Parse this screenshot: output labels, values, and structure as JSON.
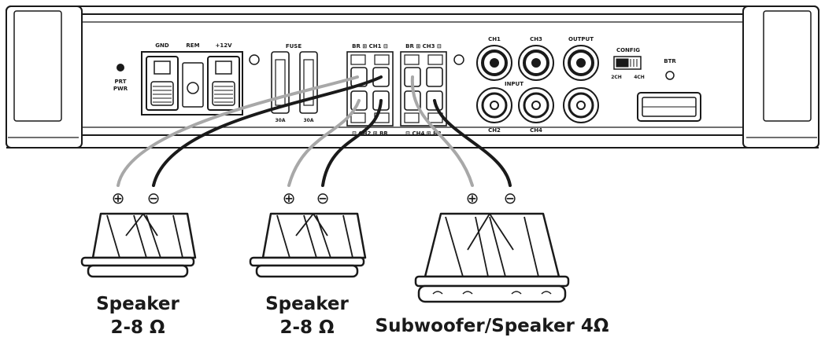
{
  "amplifier": {
    "prt_label_1": "PRT",
    "prt_label_2": "PWR",
    "gnd_label": "GND",
    "rem_label": "REM",
    "v12_label": "+12V",
    "fuse_label": "FUSE",
    "fuse1_rating": "30A",
    "fuse2_rating": "30A",
    "ch1_top_label": "BR ⊞ CH1 ⊟",
    "ch2_bottom_label": "⊟ CH2 ⊞ BR",
    "ch3_top_label": "BR ⊞ CH3 ⊟",
    "ch4_bottom_label": "⊟ CH4 ⊞ BR",
    "rca_ch1": "CH1",
    "rca_ch3": "CH3",
    "rca_output": "OUTPUT",
    "rca_input": "INPUT",
    "rca_ch2": "CH2",
    "rca_ch4": "CH4",
    "config_label": "CONFIG",
    "config_2ch": "2CH",
    "config_4ch": "4CH",
    "btr_label": "BTR"
  },
  "speakers": [
    {
      "plus": "⊕",
      "minus": "⊖",
      "caption_line1": "Speaker",
      "caption_line2": "2-8 Ω"
    },
    {
      "plus": "⊕",
      "minus": "⊖",
      "caption_line1": "Speaker",
      "caption_line2": "2-8 Ω"
    },
    {
      "plus": "⊕",
      "minus": "⊖",
      "caption_line1": "Subwoofer/Speaker 4Ω"
    }
  ],
  "colors": {
    "positive_wire": "#a8a8a8",
    "negative_wire": "#1a1a1a"
  }
}
